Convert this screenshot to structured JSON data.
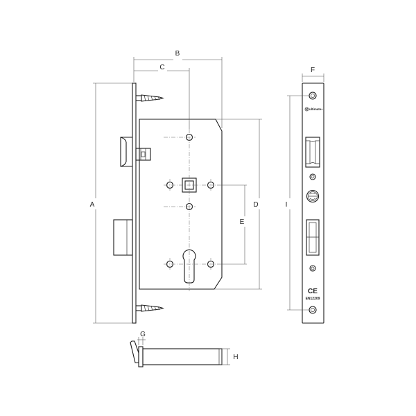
{
  "dimension_labels": {
    "a": "A",
    "b": "B",
    "c": "C",
    "d": "D",
    "e": "E",
    "f": "F",
    "g": "G",
    "h": "H",
    "i": "I"
  },
  "faceplate": {
    "brand": "ultimate",
    "brand_mark": "®",
    "ce_mark": "CE",
    "standard": "EN12209"
  }
}
